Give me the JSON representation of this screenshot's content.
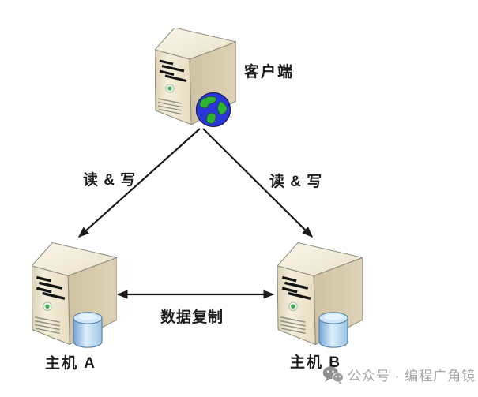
{
  "diagram": {
    "client": {
      "label": "客户端"
    },
    "host_a": {
      "label": "主机 A"
    },
    "host_b": {
      "label": "主机 B"
    },
    "edge_client_host_a": {
      "label": "读 & 写"
    },
    "edge_client_host_b": {
      "label": "读 & 写"
    },
    "edge_host_a_host_b": {
      "label": "数据复制"
    }
  },
  "watermark": {
    "text": "公众号 · 编程广角镜"
  },
  "icons": {
    "client": "server-tower-icon + globe-icon",
    "hosts": "server-tower-icon + database-cylinder-icon",
    "watermark": "wechat-icon"
  },
  "colors": {
    "background": "#ffffff",
    "arrow": "#1a1a1a",
    "label_text": "#1c1c1c",
    "tower_front": "#ece3c8",
    "tower_side": "#d5caab",
    "tower_top": "#f4eedd",
    "db_cylinder_blue": "#aacfe9",
    "globe_ocean": "#2b36d8",
    "globe_land": "#2db32d",
    "watermark_gray": "#a3a3a3"
  }
}
